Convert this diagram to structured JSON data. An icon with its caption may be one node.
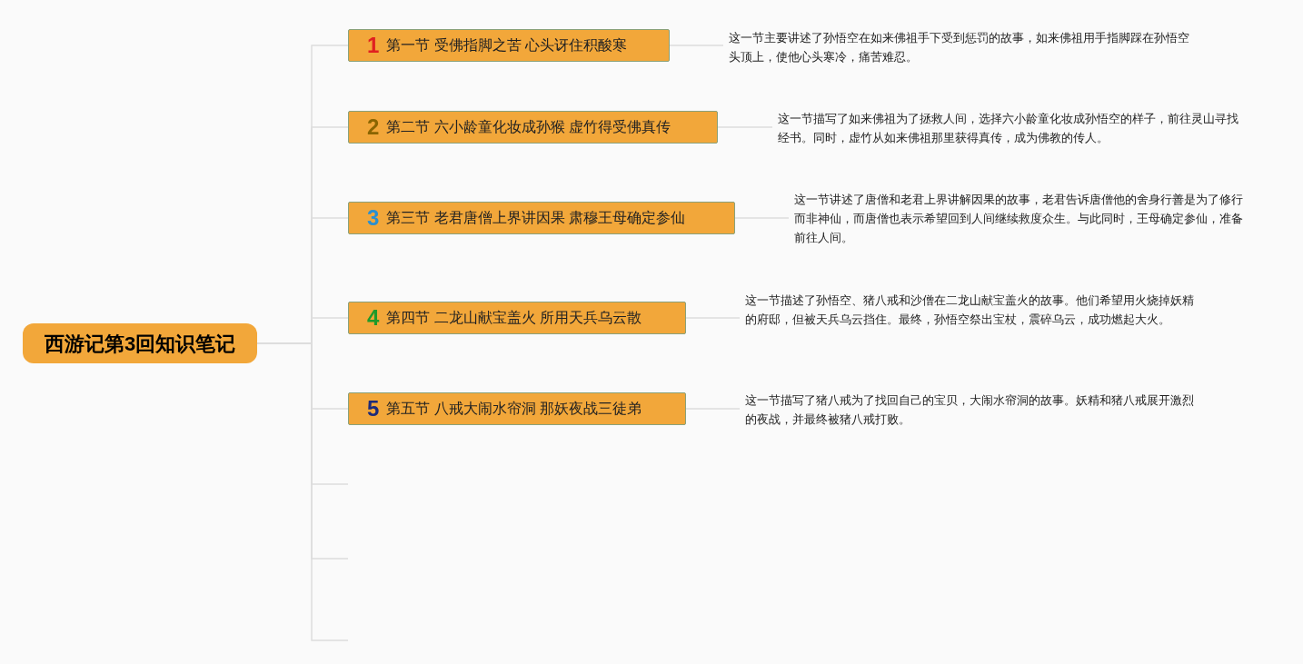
{
  "diagram": {
    "nodes": [
      {
        "text": [
          "西游记第3回知识笔记"
        ]
      },
      {
        "text": [
          "1",
          "第一节 受佛指脚之苦 心头讶住积酸寒"
        ]
      },
      {
        "text": [
          "2",
          "第二节 六小龄童化妆成孙猴 虚竹得受佛真传"
        ]
      },
      {
        "text": [
          "3",
          "第三节 老君唐僧上界讲因果 肃穆王母确定参仙"
        ]
      },
      {
        "text": [
          "4",
          "第四节 二龙山献宝盖火 所用天兵乌云散"
        ]
      },
      {
        "text": [
          "5",
          "第五节 八戒大闹水帘洞 那妖夜战三徒弟"
        ]
      },
      {
        "text": [
          "这一节主要讲述了孙悟空在如来佛祖手下受到惩罚的故事，如来佛祖用手指脚踩在孙悟空头顶上，使他心头寒冷，痛苦难忍。"
        ]
      },
      {
        "text": [
          "这一节描写了如来佛祖为了拯救人间，选择六小龄童化妆成孙悟空的样子，前往灵山寻找经书。同时，虚竹从如来佛祖那里获得真传，成为佛教的传人。"
        ]
      },
      {
        "text": [
          "这一节讲述了唐僧和老君上界讲解因果的故事，老君告诉唐僧他的舍身行善是为了修行而非神仙，而唐僧也表示希望回到人间继续救度众生。与此同时，王母确定参仙，准备前往人间。"
        ]
      },
      {
        "text": [
          "这一节描述了孙悟空、猪八戒和沙僧在二龙山献宝盖火的故事。他们希望用火烧掉妖精的府邸，但被天兵乌云挡住。最终，孙悟空祭出宝杖，震碎乌云，成功燃起大火。"
        ]
      },
      {
        "text": [
          "这一节描写了猪八戒为了找回自己的宝贝，大闹水帘洞的故事。妖精和猪八戒展开激烈的夜战，并最终被猪八戒打败。"
        ]
      }
    ],
    "edges": [
      {
        "from": 0,
        "to": 1,
        "arrow": "none"
      },
      {
        "from": 0,
        "to": 2,
        "arrow": "none"
      },
      {
        "from": 0,
        "to": 3,
        "arrow": "none"
      },
      {
        "from": 0,
        "to": 4,
        "arrow": "none"
      },
      {
        "from": 0,
        "to": 5,
        "arrow": "none"
      },
      {
        "from": 0,
        "to": null,
        "arrow": "none"
      },
      {
        "from": 0,
        "to": null,
        "arrow": "none"
      },
      {
        "from": 0,
        "to": null,
        "arrow": "none"
      },
      {
        "from": 1,
        "to": 6,
        "arrow": "none"
      },
      {
        "from": 2,
        "to": 7,
        "arrow": "none"
      },
      {
        "from": 3,
        "to": 8,
        "arrow": "none"
      },
      {
        "from": 4,
        "to": 9,
        "arrow": "none"
      },
      {
        "from": 5,
        "to": 10,
        "arrow": "none"
      }
    ]
  }
}
